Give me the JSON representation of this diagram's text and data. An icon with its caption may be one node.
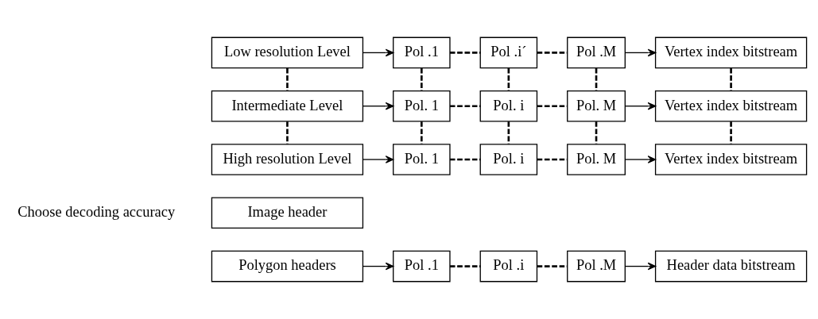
{
  "diagram": {
    "nodes": [
      {
        "text": [
          "Image header"
        ]
      },
      {
        "text": [
          "Polygon headers"
        ]
      },
      {
        "text": [
          "Pol .1"
        ]
      },
      {
        "text": [
          "Pol .i"
        ]
      },
      {
        "text": [
          "Pol .M"
        ]
      },
      {
        "text": [
          "Header data bitstream"
        ]
      },
      {
        "text": [
          "Low resolution Level"
        ]
      },
      {
        "text": [
          "Pol .1"
        ]
      },
      {
        "text": [
          "Pol .i´"
        ]
      },
      {
        "text": [
          "Pol .M"
        ]
      },
      {
        "text": [
          "Vertex index bitstream"
        ]
      },
      {
        "text": [
          "Intermediate Level"
        ]
      },
      {
        "text": [
          "Pol. 1"
        ]
      },
      {
        "text": [
          "Pol. i"
        ]
      },
      {
        "text": [
          "Pol. M"
        ]
      },
      {
        "text": [
          "Vertex index bitstream"
        ]
      },
      {
        "text": [
          "High resolution Level"
        ]
      },
      {
        "text": [
          "Pol. 1"
        ]
      },
      {
        "text": [
          "Pol. i"
        ]
      },
      {
        "text": [
          "Pol. M"
        ]
      },
      {
        "text": [
          "Vertex index bitstream"
        ]
      }
    ],
    "edges": [
      {
        "from": 1,
        "to": 2,
        "arrow": "to"
      },
      {
        "from": 2,
        "to": 3,
        "arrow": "none",
        "style": "dashed"
      },
      {
        "from": 3,
        "to": 4,
        "arrow": "none",
        "style": "dashed"
      },
      {
        "from": 4,
        "to": 5,
        "arrow": "to"
      },
      {
        "from": 6,
        "to": 7,
        "arrow": "to"
      },
      {
        "from": 7,
        "to": 8,
        "arrow": "none",
        "style": "dashed"
      },
      {
        "from": 8,
        "to": 9,
        "arrow": "none",
        "style": "dashed"
      },
      {
        "from": 9,
        "to": 10,
        "arrow": "to"
      },
      {
        "from": 11,
        "to": 12,
        "arrow": "to"
      },
      {
        "from": 12,
        "to": 13,
        "arrow": "none",
        "style": "dashed"
      },
      {
        "from": 13,
        "to": 14,
        "arrow": "none",
        "style": "dashed"
      },
      {
        "from": 14,
        "to": 15,
        "arrow": "to"
      },
      {
        "from": 16,
        "to": 17,
        "arrow": "to"
      },
      {
        "from": 17,
        "to": 18,
        "arrow": "none",
        "style": "dashed"
      },
      {
        "from": 18,
        "to": 19,
        "arrow": "none",
        "style": "dashed"
      },
      {
        "from": 19,
        "to": 20,
        "arrow": "to"
      },
      {
        "from": 6,
        "to": 11,
        "arrow": "none",
        "style": "dashed"
      },
      {
        "from": 7,
        "to": 12,
        "arrow": "none",
        "style": "dashed"
      },
      {
        "from": 8,
        "to": 13,
        "arrow": "none",
        "style": "dashed"
      },
      {
        "from": 9,
        "to": 14,
        "arrow": "none",
        "style": "dashed"
      },
      {
        "from": 10,
        "to": 15,
        "arrow": "none",
        "style": "dashed"
      },
      {
        "from": 11,
        "to": 16,
        "arrow": "none",
        "style": "dashed"
      },
      {
        "from": 12,
        "to": 17,
        "arrow": "none",
        "style": "dashed"
      },
      {
        "from": 13,
        "to": 18,
        "arrow": "none",
        "style": "dashed"
      },
      {
        "from": 14,
        "to": 19,
        "arrow": "none",
        "style": "dashed"
      },
      {
        "from": 15,
        "to": 20,
        "arrow": "none",
        "style": "dashed"
      }
    ],
    "labels": [
      "Choose decoding accuracy"
    ]
  }
}
